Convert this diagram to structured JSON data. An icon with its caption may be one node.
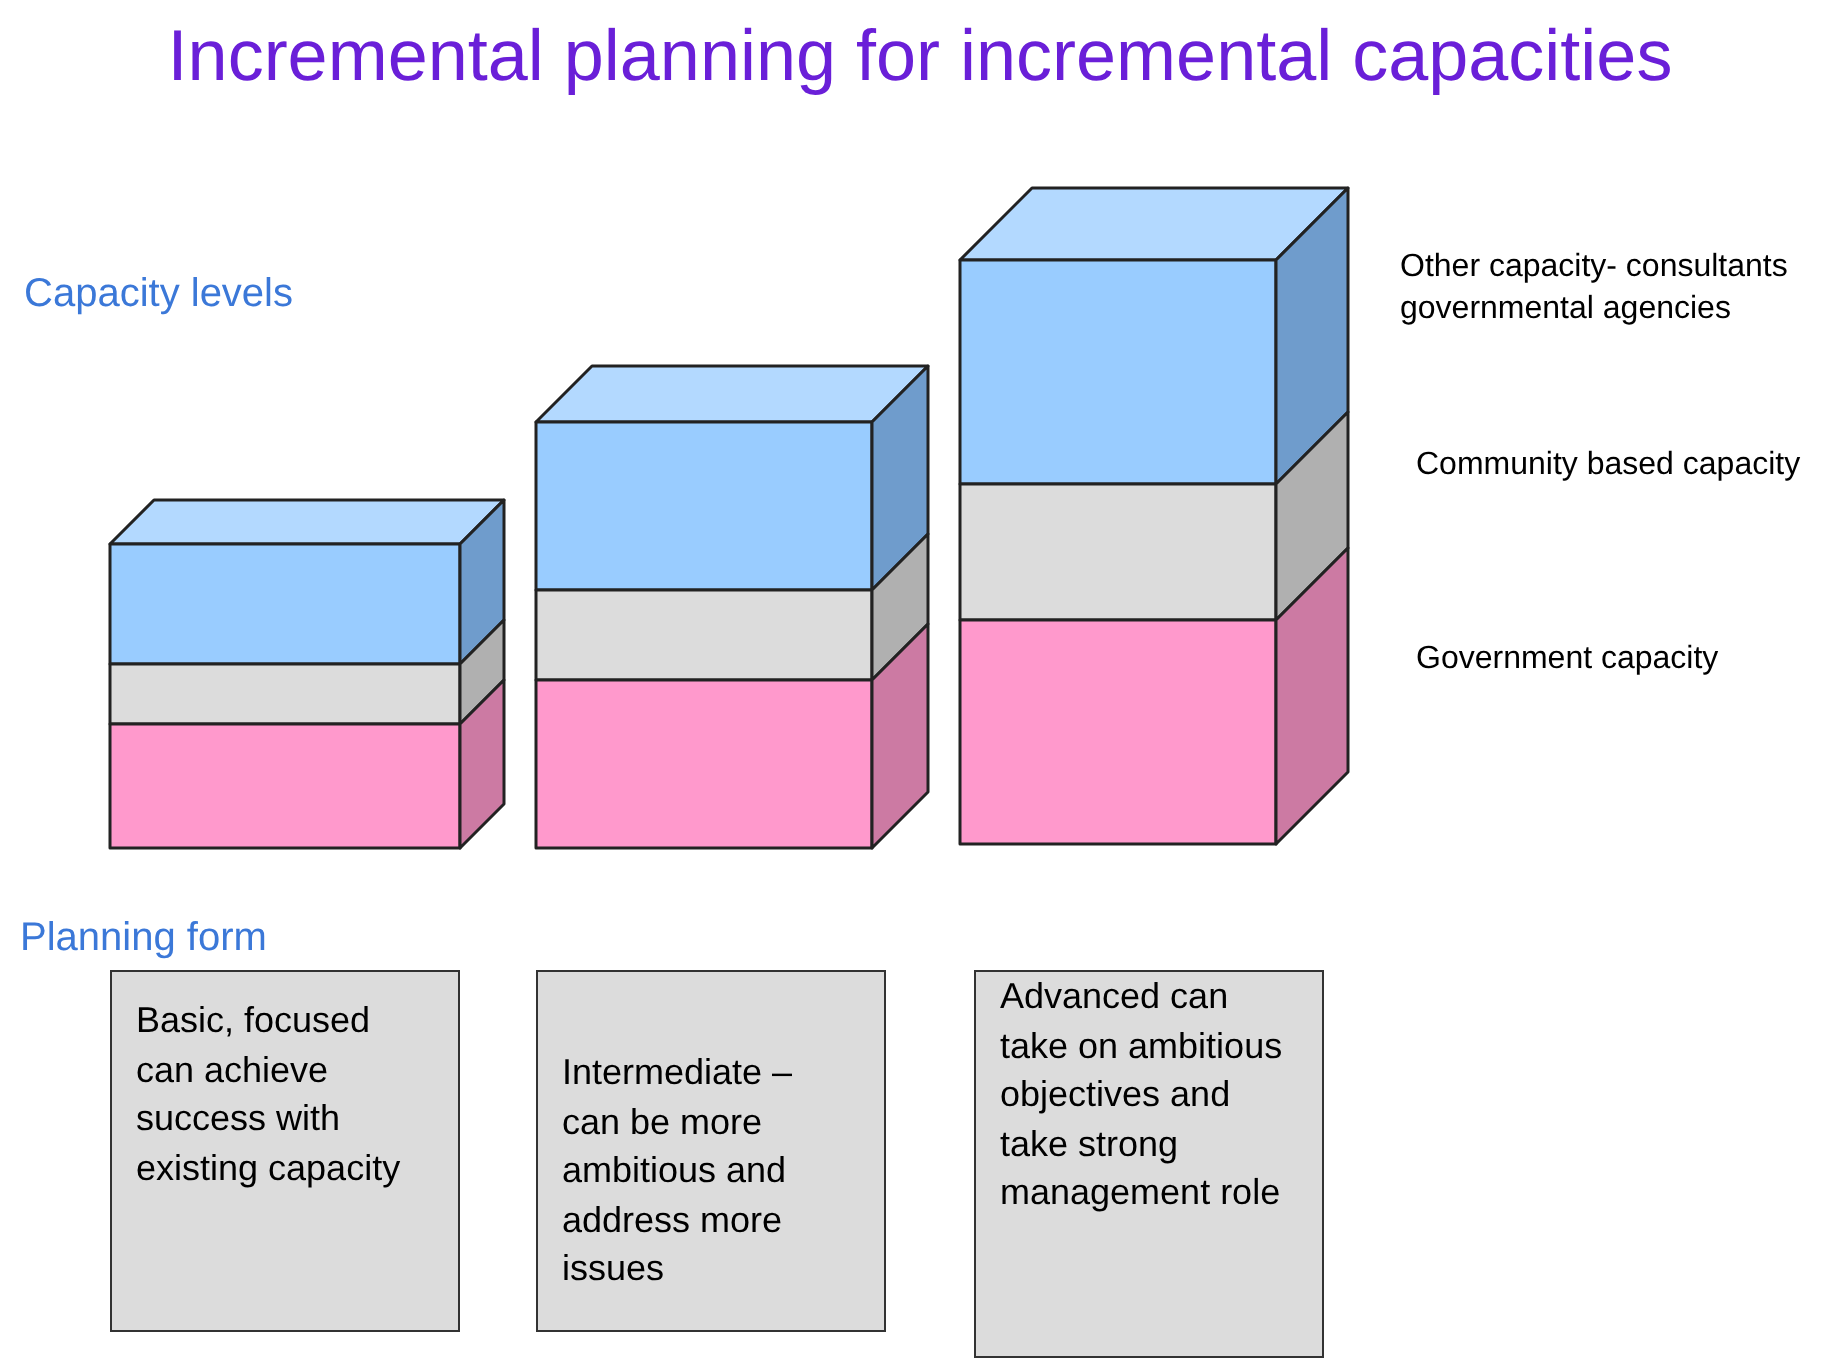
{
  "diagram": {
    "title": "Incremental planning for incremental capacities",
    "nodes": [
      {
        "text": [
          "Basic, focused can achieve success with existing capacity"
        ]
      },
      {
        "text": [
          "Intermediate – can be more ambitious and address more issues"
        ]
      },
      {
        "text": [
          "Advanced can take on ambitious objectives and take strong management role"
        ]
      }
    ],
    "labels": [
      "Capacity levels",
      "Other capacity- consultants governmental agencies",
      "Community based capacity",
      "Government capacity",
      "Planning form"
    ]
  }
}
